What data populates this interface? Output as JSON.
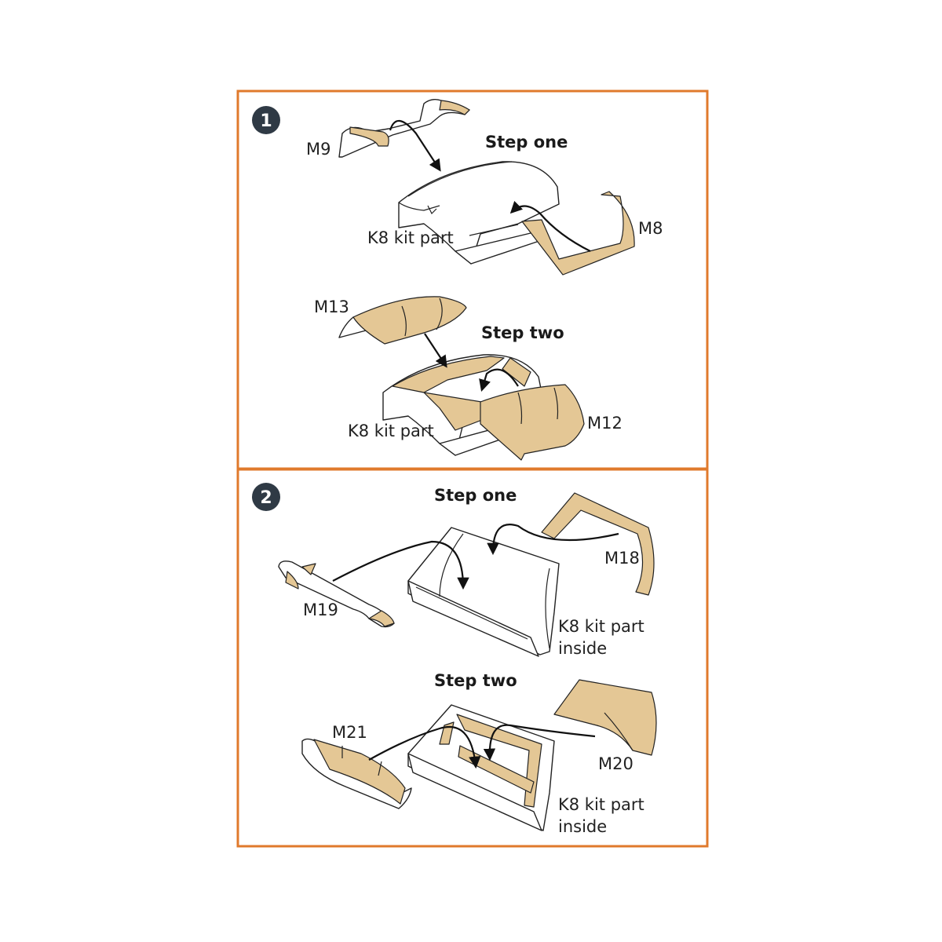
{
  "colors": {
    "frame_border": "#e07a2c",
    "badge_fill": "#2f3a45",
    "decal_fill": "#e4c795"
  },
  "panel1": {
    "number": "1",
    "step_one": {
      "title": "Step one",
      "labels": {
        "m9": "M9",
        "m8": "M8",
        "kit_part": "K8 kit part"
      }
    },
    "step_two": {
      "title": "Step two",
      "labels": {
        "m13": "M13",
        "m12": "M12",
        "kit_part": "K8 kit part"
      }
    }
  },
  "panel2": {
    "number": "2",
    "step_one": {
      "title": "Step one",
      "labels": {
        "m18": "M18",
        "m19": "M19",
        "kit_part_line1": "K8 kit part",
        "kit_part_line2": "inside"
      }
    },
    "step_two": {
      "title": "Step two",
      "labels": {
        "m21": "M21",
        "m20": "M20",
        "kit_part_line1": "K8 kit part",
        "kit_part_line2": "inside"
      }
    }
  }
}
